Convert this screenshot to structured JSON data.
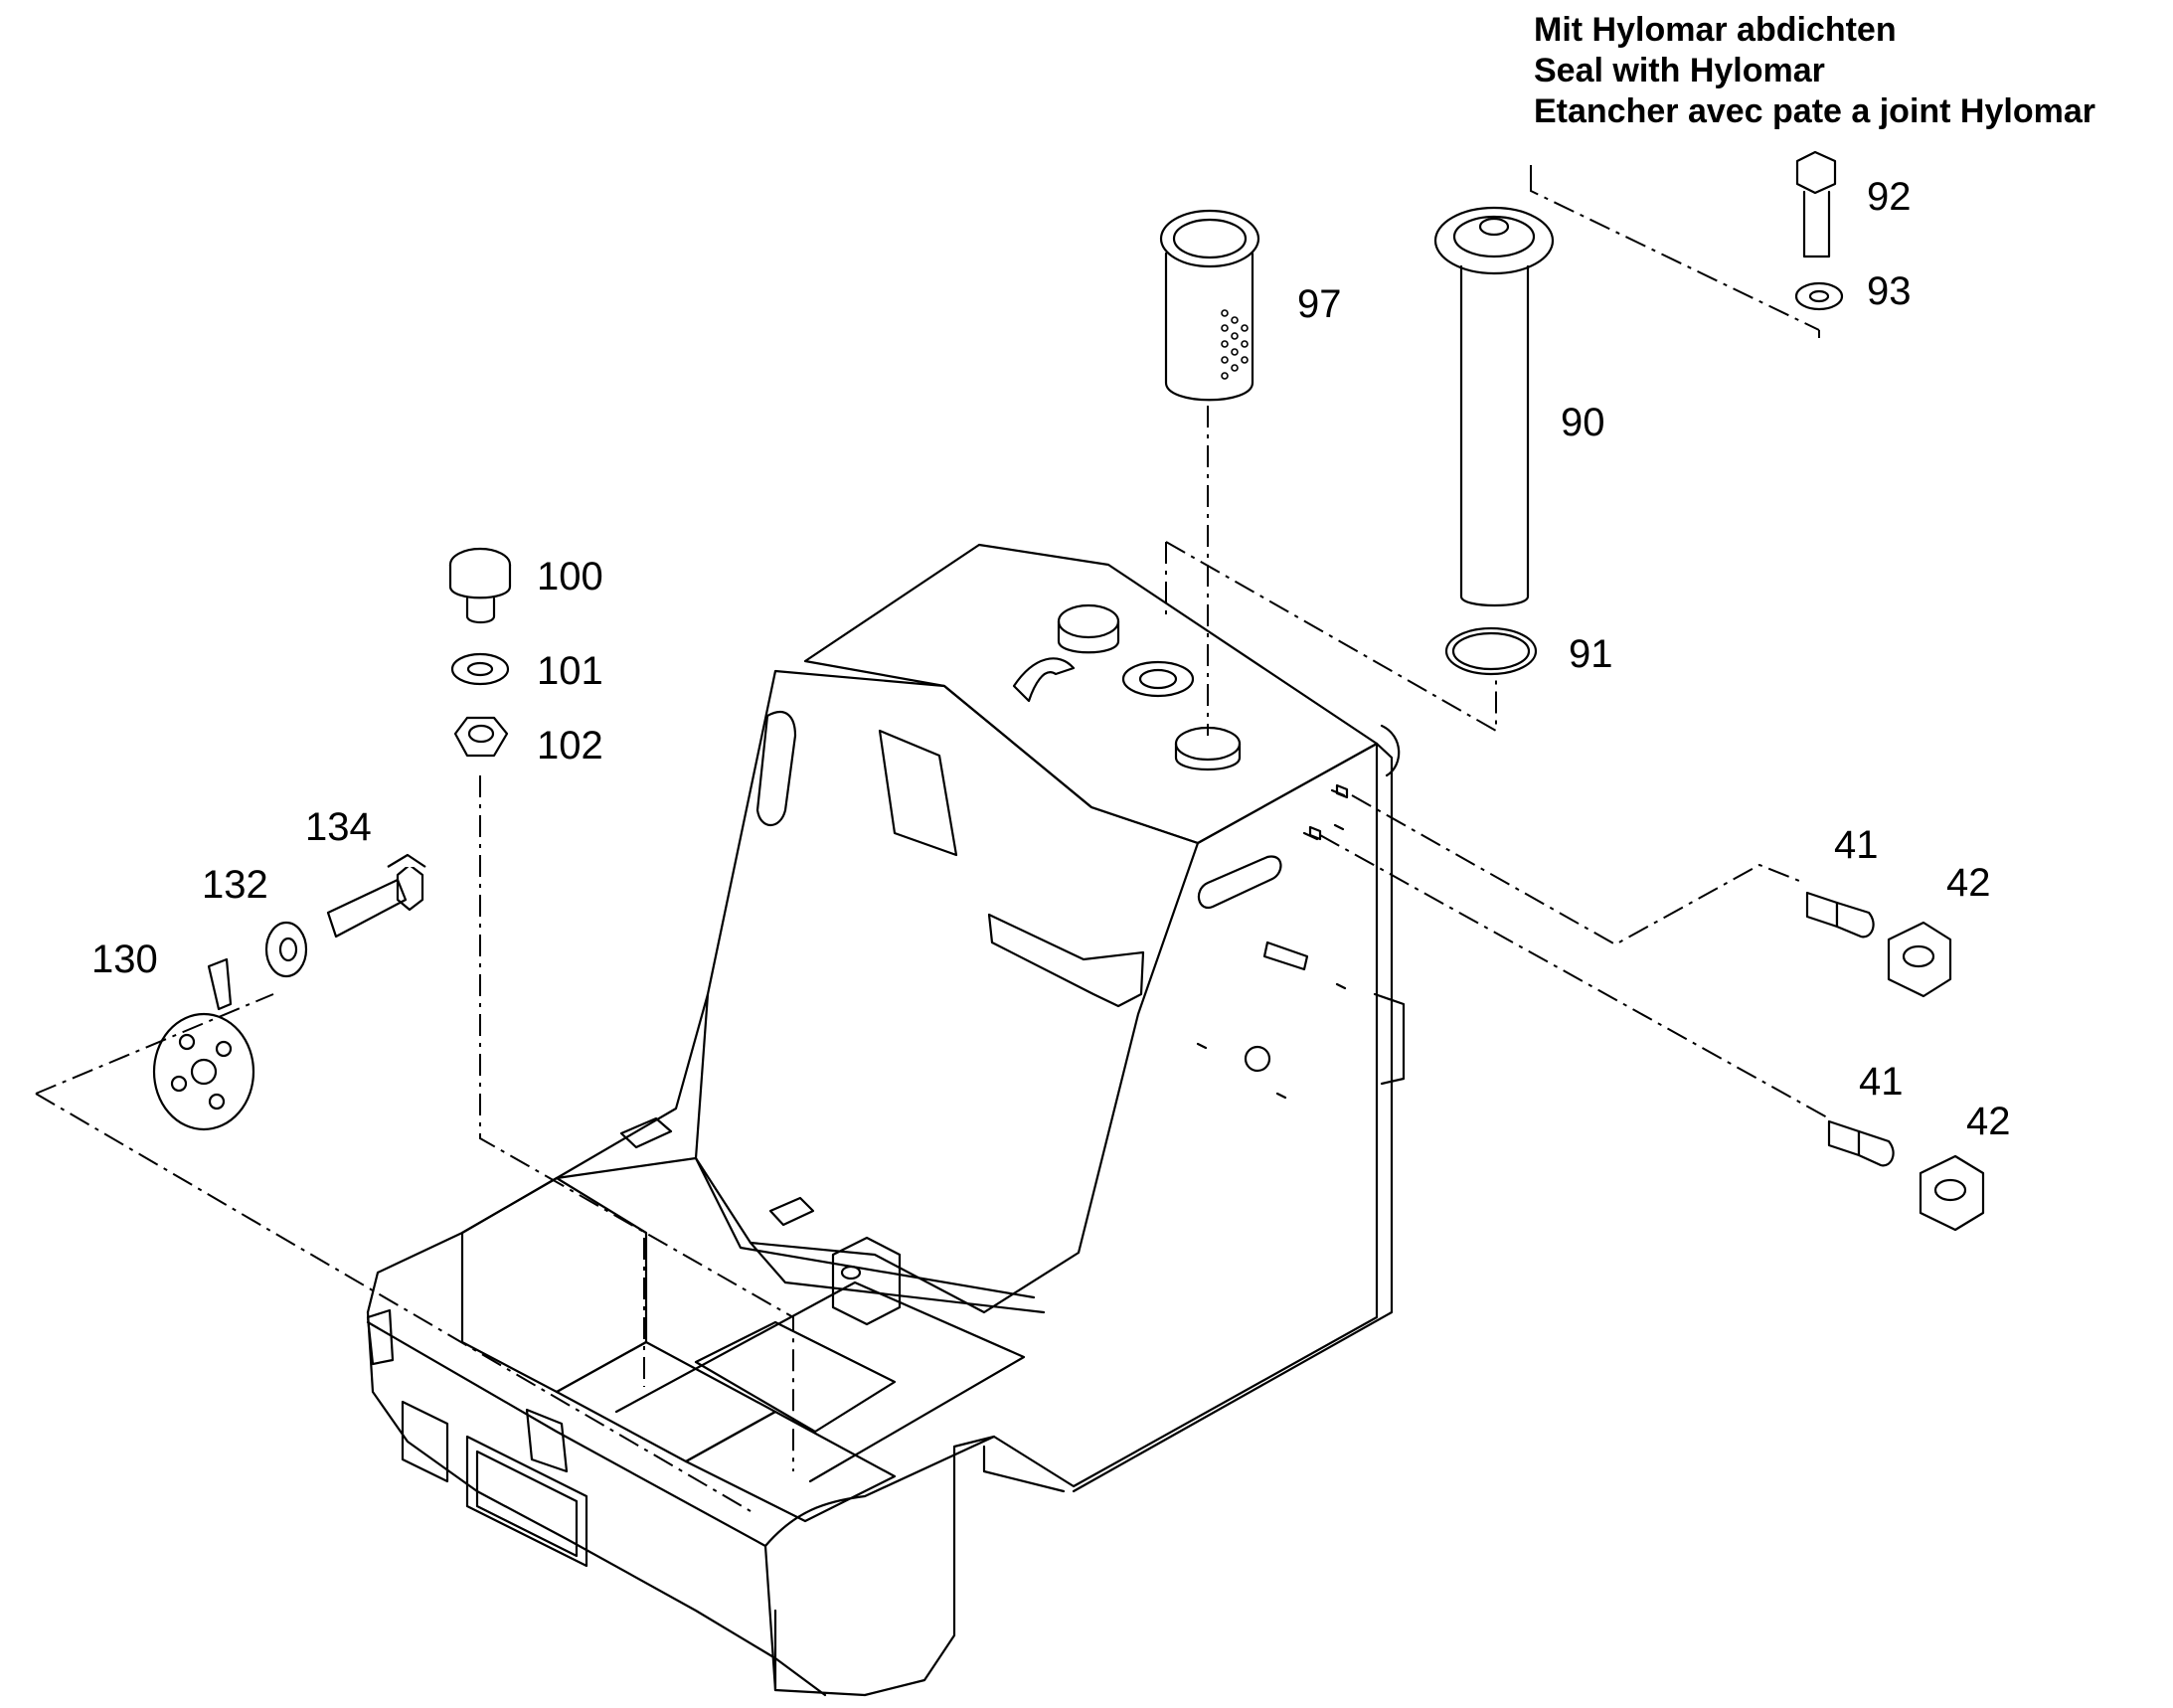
{
  "note": {
    "line_de": "Mit Hylomar abdichten",
    "line_en": "Seal with Hylomar",
    "line_fr": "Etancher avec pate a joint Hylomar"
  },
  "callouts": {
    "p92": "92",
    "p93": "93",
    "p97": "97",
    "p90": "90",
    "p91": "91",
    "p100": "100",
    "p101": "101",
    "p102": "102",
    "p134": "134",
    "p132": "132",
    "p130": "130",
    "p41a": "41",
    "p42a": "42",
    "p41b": "41",
    "p42b": "42"
  }
}
